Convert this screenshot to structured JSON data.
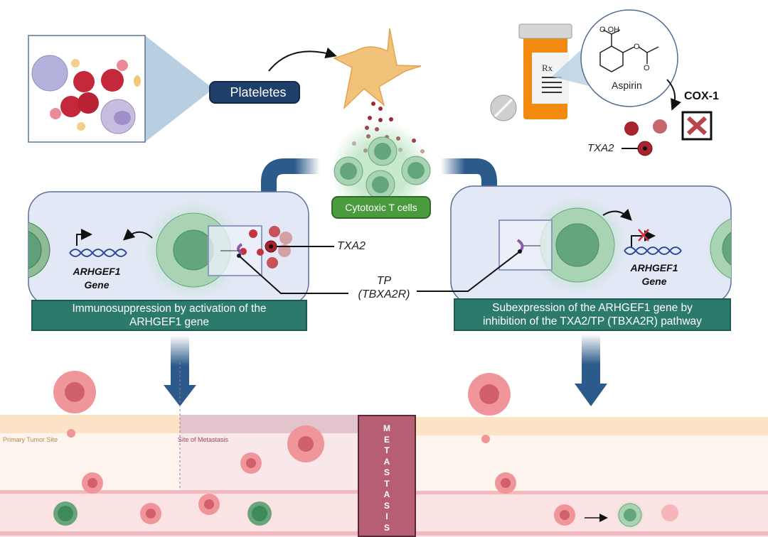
{
  "labels": {
    "platelets": "Plateletes",
    "cytotoxic_t_cells": "Cytotoxic T cells",
    "aspirin": "Aspirin",
    "cox1": "COX-1",
    "txa2_top": "TXA2",
    "txa2_left": "TXA2",
    "tp_line1": "TP",
    "tp_line2": "(TBXA2R)",
    "gene_left_line1": "ARHGEF1",
    "gene_left_line2": "Gene",
    "gene_right_line1": "ARHGEF1",
    "gene_right_line2": "Gene",
    "rx": "Rx",
    "carboxyl": "O  OH",
    "ester_o": "O",
    "ester_co": "O"
  },
  "captions": {
    "left_line1": "Immunosuppression by activation of the",
    "left_line2": "ARHGEF1 gene",
    "right_line1": "Subexpression of the ARHGEF1 gene by",
    "right_line2": "inhibition of the TXA2/TP (TBXA2R) pathway"
  },
  "sites": {
    "primary": "Primary Tumor Site",
    "metastasis": "Site of Metastasis"
  },
  "metastasis_letters": [
    "M",
    "E",
    "T",
    "A",
    "S",
    "T",
    "A",
    "S",
    "I",
    "S"
  ],
  "colors": {
    "navy_arrow": "#2c5a8a",
    "platelet_label": "#1f3f6b",
    "t_cell_label": "#4a9a3e",
    "caption_teal": "#2c7a6c",
    "metastasis_bar": "#b55e74",
    "panel_bg": "#e3e8f7"
  }
}
